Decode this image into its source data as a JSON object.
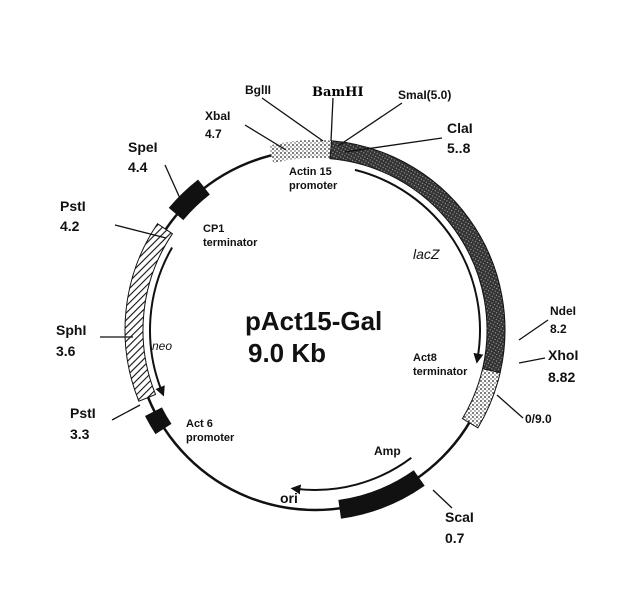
{
  "plasmid": {
    "name": "pAct15-Gal",
    "size": "9.0  Kb"
  },
  "sites": {
    "bgl2": "BglII",
    "bamhi": "BamHI",
    "smai": "SmaI(5.0)",
    "xbai_name": "XbaI",
    "xbai_pos": "4.7",
    "clai_name": "ClaI",
    "clai_pos": "5..8",
    "spei_name": "SpeI",
    "spei_pos": "4.4",
    "psti1_name": "PstI",
    "psti1_pos": "4.2",
    "sphi_name": "SphI",
    "sphi_pos": "3.6",
    "psti2_name": "PstI",
    "psti2_pos": "3.3",
    "ndei_name": "NdeI",
    "ndei_pos": "8.2",
    "xhoi_name": "XhoI",
    "xhoi_pos": "8.82",
    "origin": "0/9.0",
    "scai_name": "ScaI",
    "scai_pos": "0.7"
  },
  "features": {
    "actin15_line1": "Actin 15",
    "actin15_line2": "promoter",
    "cp1_line1": "CP1",
    "cp1_line2": "terminator",
    "lacz": "lacZ",
    "neo": "neo",
    "act8_term_line1": "Act8",
    "act8_term_line2": "terminator",
    "act6_line1": "Act 6",
    "act6_line2": "promoter",
    "amp": "Amp",
    "ori": "ori"
  }
}
